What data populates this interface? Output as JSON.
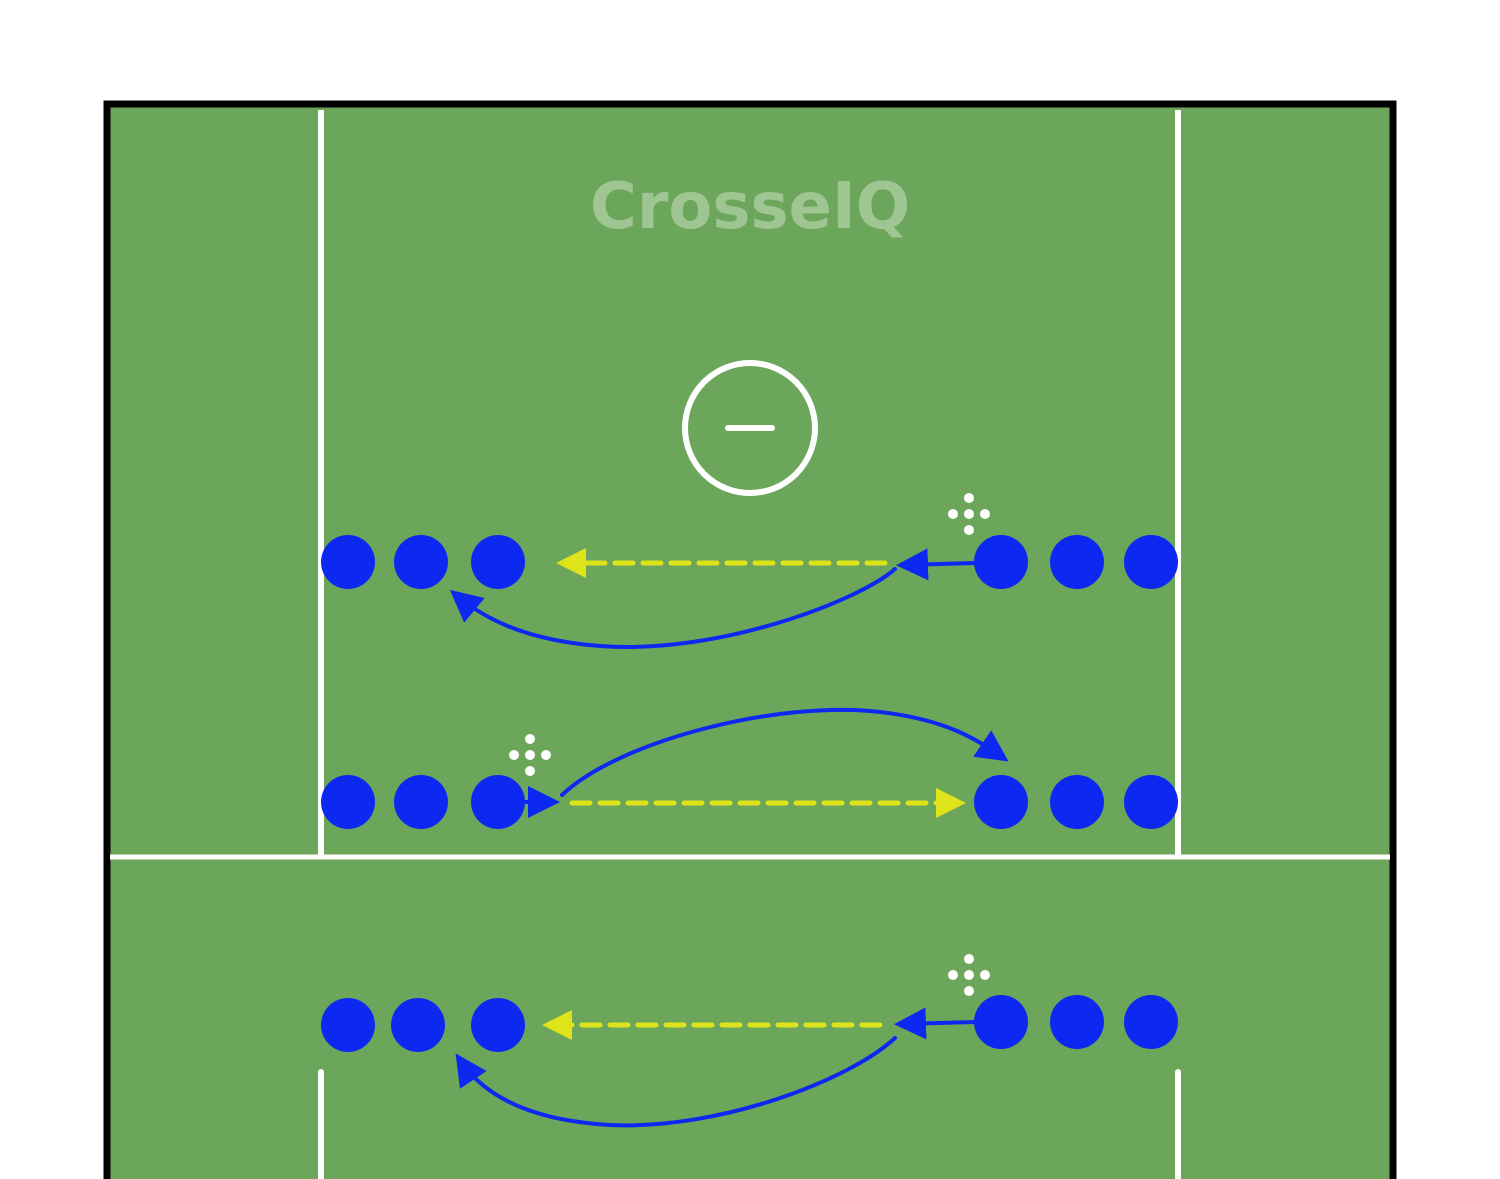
{
  "logo": {
    "text": "CrosseIQ"
  },
  "colors": {
    "field": "#6ca65a",
    "lines": "#ffffff",
    "border": "#000000",
    "player": "#0d28f0",
    "pass": "#dfe31a"
  },
  "drill": {
    "rows": [
      {
        "name": "top-row",
        "left_players": 3,
        "right_players": 3,
        "ball_side": "right",
        "pass_direction": "right-to-left"
      },
      {
        "name": "middle-row",
        "left_players": 3,
        "right_players": 3,
        "ball_side": "left",
        "pass_direction": "left-to-right"
      },
      {
        "name": "bottom-row",
        "left_players": 3,
        "right_players": 3,
        "ball_side": "right",
        "pass_direction": "right-to-left"
      }
    ]
  }
}
